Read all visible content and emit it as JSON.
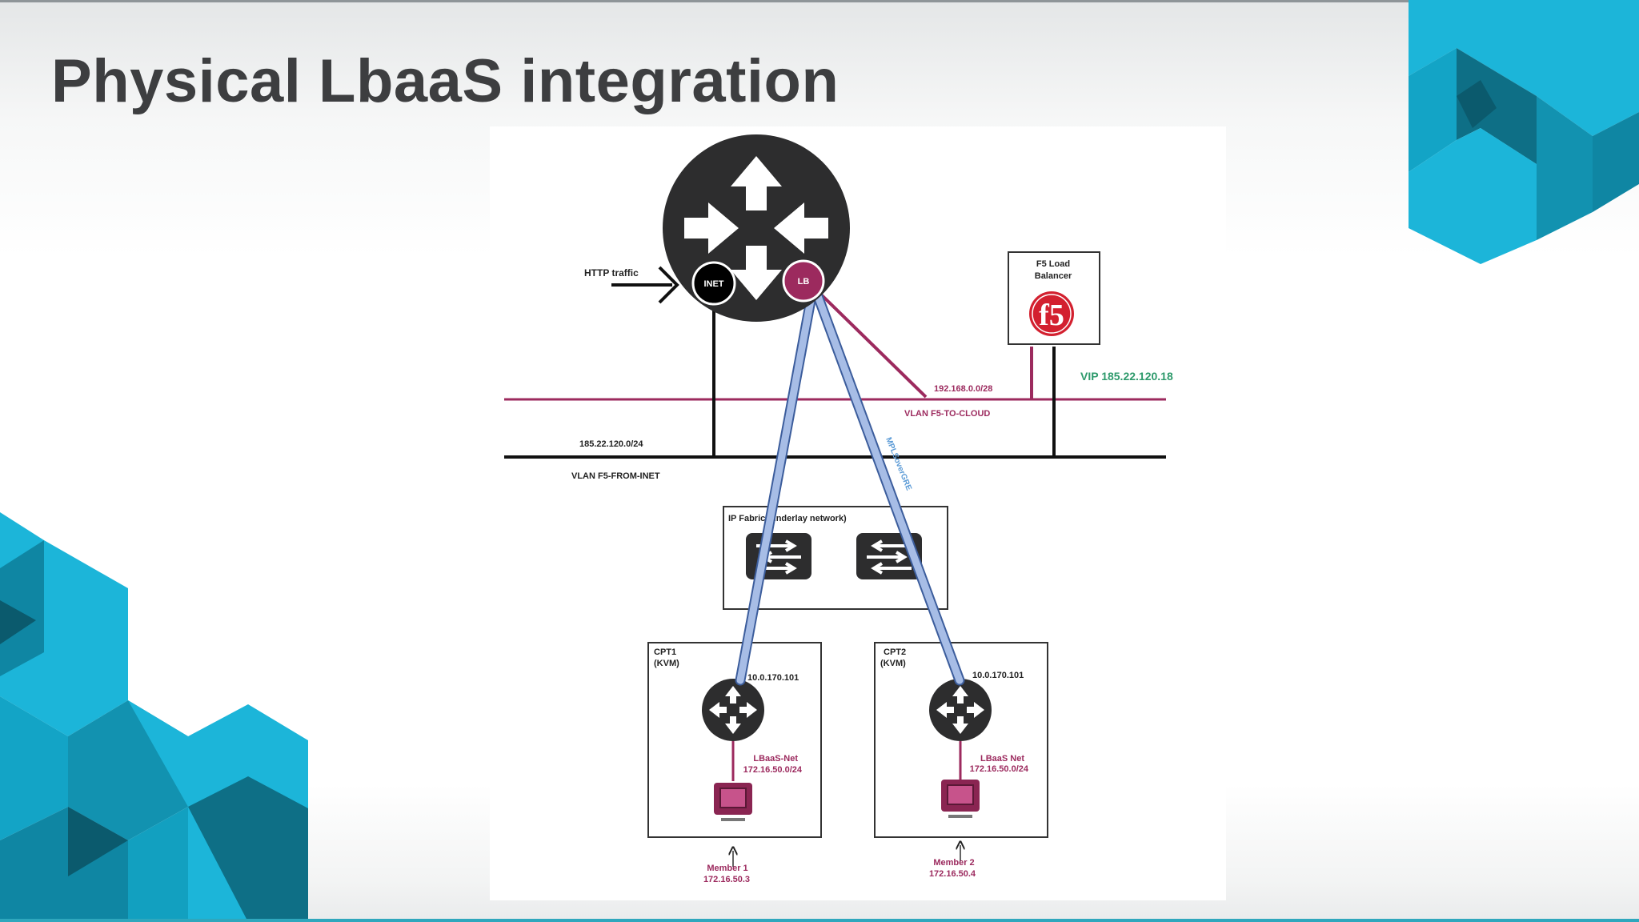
{
  "slide": {
    "title": "Physical LbaaS integration"
  },
  "colors": {
    "accent_cyan": "#1cb5d9",
    "accent_dark": "#0e6f86",
    "router_dark": "#2d2d2e",
    "lb_magenta": "#9c2a5e",
    "tunnel_blue": "#9db4e0",
    "vip_green": "#2e9a6c",
    "f5_red": "#d3202f"
  },
  "diagram": {
    "http_label": "HTTP traffic",
    "inet_label": "INET",
    "lb_label": "LB",
    "f5_title_line1": "F5 Load",
    "f5_title_line2": "Balancer",
    "f5_logo_text": "f5",
    "vip_label": "VIP 185.22.120.18",
    "subnet_f5_cloud": "192.168.0.0/28",
    "vlan_f5_cloud": "VLAN F5-TO-CLOUD",
    "subnet_inet": "185.22.120.0/24",
    "vlan_inet": "VLAN F5-FROM-INET",
    "tunnel_label": "MPLSoverGRE",
    "fabric_label": "IP Fabric (underlay network)",
    "compute": [
      {
        "name_line1": "CPT1",
        "name_line2": "(KVM)",
        "ip": "10.0.170.101",
        "net_line1": "LBaaS-Net",
        "net_line2": "172.16.50.0/24",
        "member_line1": "Member 1",
        "member_line2": "172.16.50.3"
      },
      {
        "name_line1": "CPT2",
        "name_line2": "(KVM)",
        "ip": "10.0.170.101",
        "net_line1": "LBaaS Net",
        "net_line2": "172.16.50.0/24",
        "member_line1": "Member 2",
        "member_line2": "172.16.50.4"
      }
    ]
  }
}
